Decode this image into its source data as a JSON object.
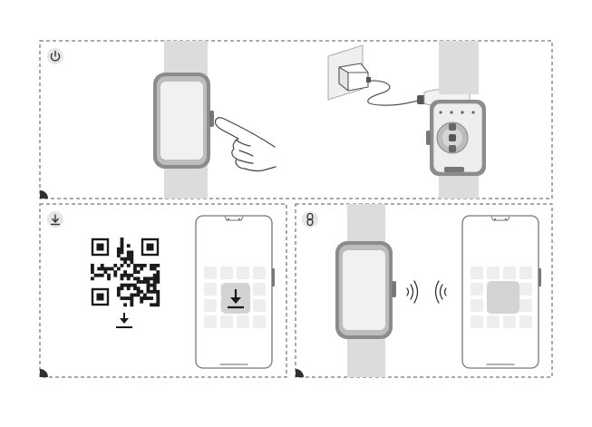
{
  "panels": [
    {
      "id": "power",
      "icon": "power-icon"
    },
    {
      "id": "charging",
      "icon": "charger-icon"
    },
    {
      "id": "download",
      "icon": "download-icon"
    },
    {
      "id": "pair",
      "icon": "link-icon"
    }
  ],
  "colors": {
    "border": "#555555",
    "icon_badge": "#e6e6e6",
    "band": "#dcdcdc",
    "body": "#8c8c8c",
    "screen": "#f1f1f1",
    "phone_outline": "#777777",
    "tile": "#eeeeee",
    "highlight_tile": "#d3d3d3",
    "corner_mark": "#2f2f2f"
  }
}
